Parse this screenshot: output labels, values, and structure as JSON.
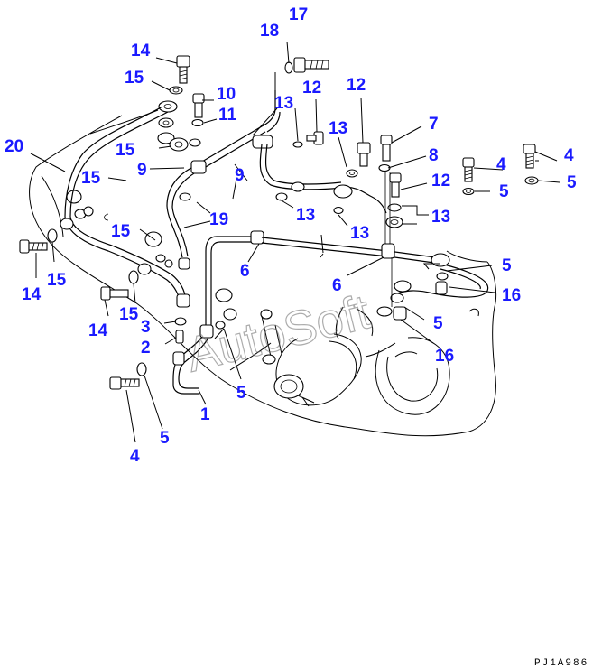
{
  "callouts": [
    {
      "id": "c17",
      "text": "17"
    },
    {
      "id": "c18",
      "text": "18"
    },
    {
      "id": "c14a",
      "text": "14"
    },
    {
      "id": "c15a",
      "text": "15"
    },
    {
      "id": "c10",
      "text": "10"
    },
    {
      "id": "c11",
      "text": "11"
    },
    {
      "id": "c13a",
      "text": "13"
    },
    {
      "id": "c12a",
      "text": "12"
    },
    {
      "id": "c13b",
      "text": "13"
    },
    {
      "id": "c12b",
      "text": "12"
    },
    {
      "id": "c7",
      "text": "7"
    },
    {
      "id": "c8",
      "text": "8"
    },
    {
      "id": "c4a",
      "text": "4"
    },
    {
      "id": "c4b",
      "text": "4"
    },
    {
      "id": "c5a",
      "text": "5"
    },
    {
      "id": "c5b",
      "text": "5"
    },
    {
      "id": "c12c",
      "text": "12"
    },
    {
      "id": "c20",
      "text": "20"
    },
    {
      "id": "c15b",
      "text": "15"
    },
    {
      "id": "c9a",
      "text": "9"
    },
    {
      "id": "c9b",
      "text": "9"
    },
    {
      "id": "c15c",
      "text": "15"
    },
    {
      "id": "c19",
      "text": "19"
    },
    {
      "id": "c13c",
      "text": "13"
    },
    {
      "id": "c13d",
      "text": "13"
    },
    {
      "id": "c13e",
      "text": "13"
    },
    {
      "id": "c15d",
      "text": "15"
    },
    {
      "id": "c14b",
      "text": "14"
    },
    {
      "id": "c15e",
      "text": "15"
    },
    {
      "id": "c6a",
      "text": "6"
    },
    {
      "id": "c5c",
      "text": "5"
    },
    {
      "id": "c6b",
      "text": "6"
    },
    {
      "id": "c16a",
      "text": "16"
    },
    {
      "id": "c14c",
      "text": "14"
    },
    {
      "id": "c15f",
      "text": "15"
    },
    {
      "id": "c3",
      "text": "3"
    },
    {
      "id": "c5d",
      "text": "5"
    },
    {
      "id": "c2",
      "text": "2"
    },
    {
      "id": "c16b",
      "text": "16"
    },
    {
      "id": "c5e",
      "text": "5"
    },
    {
      "id": "c1",
      "text": "1"
    },
    {
      "id": "c5f",
      "text": "5"
    },
    {
      "id": "c4c",
      "text": "4"
    }
  ],
  "watermark": "AutoSoft",
  "drawing_code": "PJ1A986",
  "colors": {
    "callout": "#1a1aff",
    "line": "#000000",
    "background": "#ffffff"
  }
}
